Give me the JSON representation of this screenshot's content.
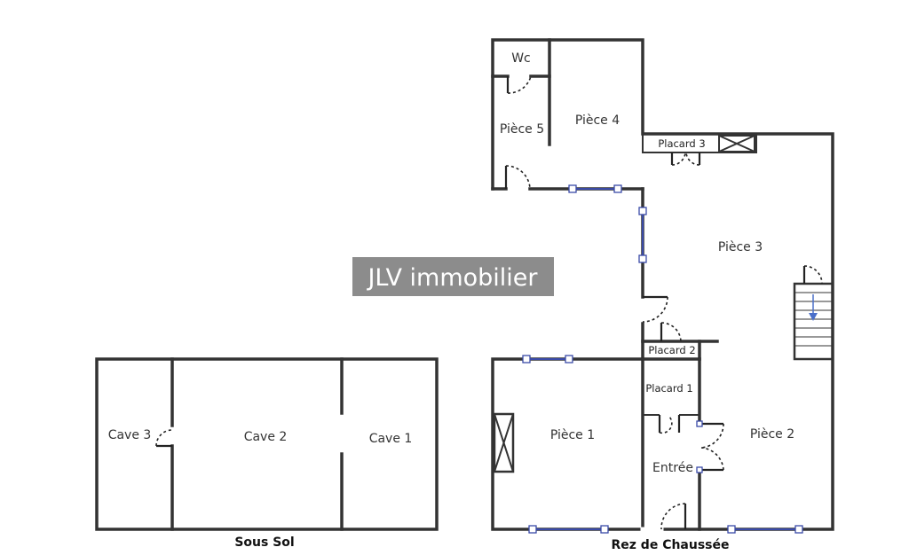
{
  "watermark": "JLV immobilier",
  "captions": {
    "basement": "Sous Sol",
    "ground_floor": "Rez de Chaussée"
  },
  "rooms": {
    "wc": "Wc",
    "piece5": "Pièce 5",
    "piece4": "Pièce 4",
    "placard3": "Placard 3",
    "piece3": "Pièce 3",
    "placard2": "Placard 2",
    "placard1": "Placard 1",
    "piece1": "Pièce 1",
    "piece2": "Pièce 2",
    "entree": "Entrée",
    "cave3": "Cave 3",
    "cave2": "Cave 2",
    "cave1": "Cave 1"
  },
  "colors": {
    "walls": "#333333",
    "windows": "#3a4aa8",
    "watermark_bg": "#8c8c8c",
    "stair_arrow": "#4a6fc9"
  }
}
